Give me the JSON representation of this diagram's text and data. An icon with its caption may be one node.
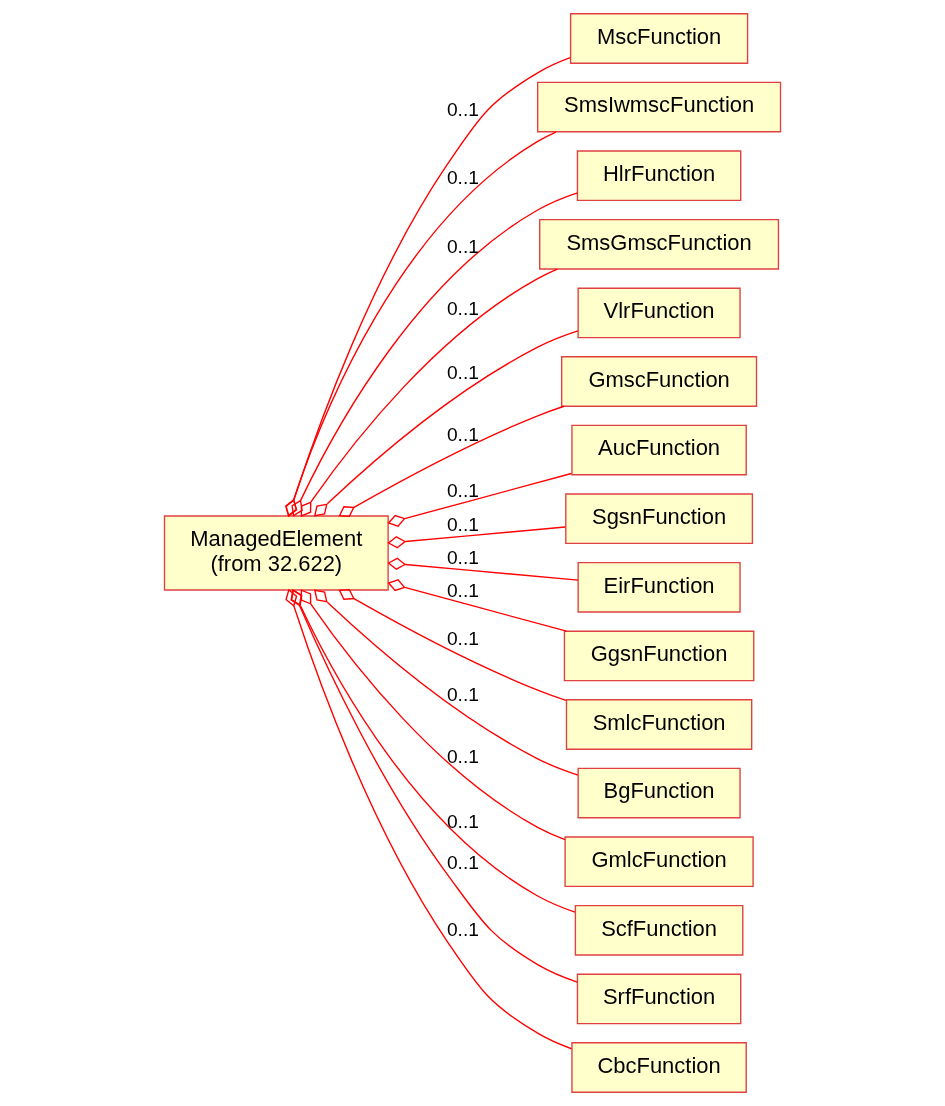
{
  "diagram": {
    "nodes": [
      {
        "text": [
          "ManagedElement",
          "(from 32.622)"
        ]
      },
      {
        "text": [
          "MscFunction"
        ]
      },
      {
        "text": [
          "SmsIwmscFunction"
        ]
      },
      {
        "text": [
          "HlrFunction"
        ]
      },
      {
        "text": [
          "SmsGmscFunction"
        ]
      },
      {
        "text": [
          "VlrFunction"
        ]
      },
      {
        "text": [
          "GmscFunction"
        ]
      },
      {
        "text": [
          "AucFunction"
        ]
      },
      {
        "text": [
          "SgsnFunction"
        ]
      },
      {
        "text": [
          "EirFunction"
        ]
      },
      {
        "text": [
          "GgsnFunction"
        ]
      },
      {
        "text": [
          "SmlcFunction"
        ]
      },
      {
        "text": [
          "BgFunction"
        ]
      },
      {
        "text": [
          "GmlcFunction"
        ]
      },
      {
        "text": [
          "ScfFunction"
        ]
      },
      {
        "text": [
          "SrfFunction"
        ]
      },
      {
        "text": [
          "CbcFunction"
        ]
      }
    ],
    "edges": [
      {
        "from": 0,
        "to": 1,
        "arrow": "other",
        "label": "0..1",
        "color": "#ff0000"
      },
      {
        "from": 0,
        "to": 2,
        "arrow": "other",
        "label": "0..1",
        "color": "#ff0000"
      },
      {
        "from": 0,
        "to": 3,
        "arrow": "other",
        "label": "0..1",
        "color": "#ff0000"
      },
      {
        "from": 0,
        "to": 4,
        "arrow": "other",
        "label": "0..1",
        "color": "#ff0000"
      },
      {
        "from": 0,
        "to": 5,
        "arrow": "other",
        "label": "0..1",
        "color": "#ff0000"
      },
      {
        "from": 0,
        "to": 6,
        "arrow": "other",
        "label": "0..1",
        "color": "#ff0000"
      },
      {
        "from": 0,
        "to": 7,
        "arrow": "other",
        "label": "0..1",
        "color": "#ff0000"
      },
      {
        "from": 0,
        "to": 8,
        "arrow": "other",
        "label": "0..1",
        "color": "#ff0000"
      },
      {
        "from": 0,
        "to": 9,
        "arrow": "other",
        "label": "0..1",
        "color": "#ff0000"
      },
      {
        "from": 0,
        "to": 10,
        "arrow": "other",
        "label": "0..1",
        "color": "#ff0000"
      },
      {
        "from": 0,
        "to": 11,
        "arrow": "other",
        "label": "0..1",
        "color": "#ff0000"
      },
      {
        "from": 0,
        "to": 12,
        "arrow": "other",
        "label": "0..1",
        "color": "#ff0000"
      },
      {
        "from": 0,
        "to": 13,
        "arrow": "other",
        "label": "0..1",
        "color": "#ff0000"
      },
      {
        "from": 0,
        "to": 14,
        "arrow": "other",
        "label": "0..1",
        "color": "#ff0000"
      },
      {
        "from": 0,
        "to": 15,
        "arrow": "other",
        "label": "0..1",
        "color": "#ff0000"
      },
      {
        "from": 0,
        "to": 16,
        "arrow": "other",
        "label": "0..1",
        "color": "#ff0000"
      }
    ]
  }
}
